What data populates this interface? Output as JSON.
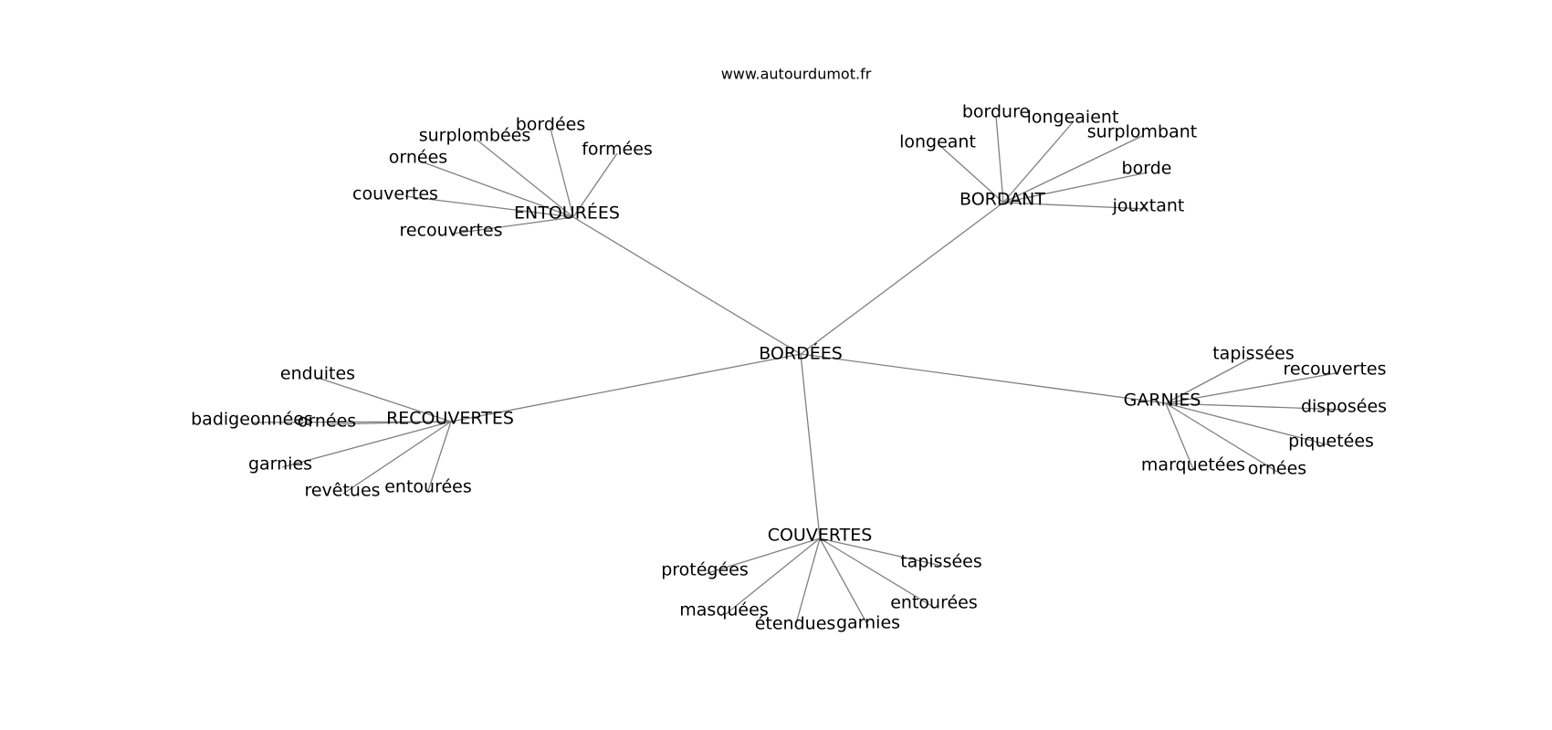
{
  "source": "www.autourdumot.fr",
  "root": "BORDÉES",
  "clusters": [
    {
      "label": "ENTOURÉES",
      "neighbors": [
        "bordées",
        "surplombées",
        "formées",
        "ornées",
        "couvertes",
        "recouvertes"
      ]
    },
    {
      "label": "BORDANT",
      "neighbors": [
        "bordure",
        "longeaient",
        "longeant",
        "surplombant",
        "borde",
        "jouxtant"
      ]
    },
    {
      "label": "RECOUVERTES",
      "neighbors": [
        "enduites",
        "badigeonnées",
        "ornées",
        "garnies",
        "revêtues",
        "entourées"
      ]
    },
    {
      "label": "GARNIES",
      "neighbors": [
        "tapissées",
        "recouvertes",
        "disposées",
        "piquetées",
        "marquetées",
        "ornées"
      ]
    },
    {
      "label": "COUVERTES",
      "neighbors": [
        "protégées",
        "tapissées",
        "masquées",
        "entourées",
        "étendues",
        "garnies"
      ]
    }
  ]
}
